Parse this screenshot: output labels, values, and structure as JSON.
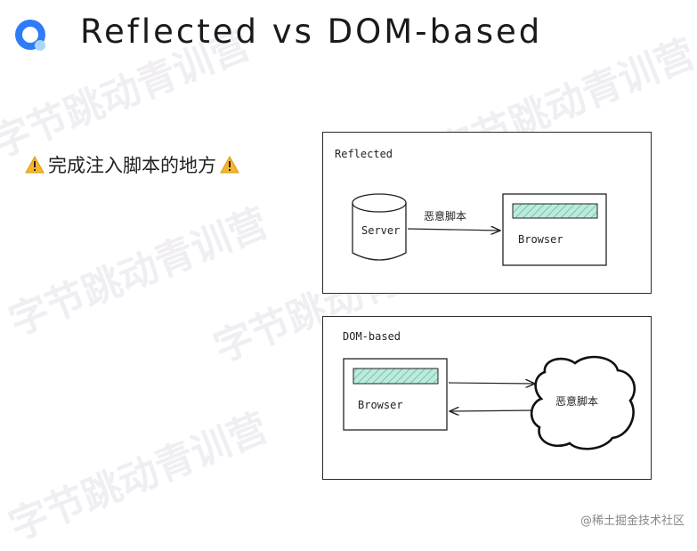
{
  "slide": {
    "title": "Reflected vs DOM-based",
    "bullet": "完成注入脚本的地方",
    "watermark": "字节跳动青训营",
    "footer": "@稀土掘金技术社区"
  },
  "diagram_reflected": {
    "label": "Reflected",
    "server_label": "Server",
    "browser_label": "Browser",
    "arrow_label": "恶意脚本"
  },
  "diagram_dom": {
    "label": "DOM-based",
    "browser_label": "Browser",
    "cloud_label": "恶意脚本"
  },
  "colors": {
    "hatch": "#8fd6c4",
    "logo_blue": "#2f7cf6",
    "logo_light": "#a9d6ff"
  }
}
